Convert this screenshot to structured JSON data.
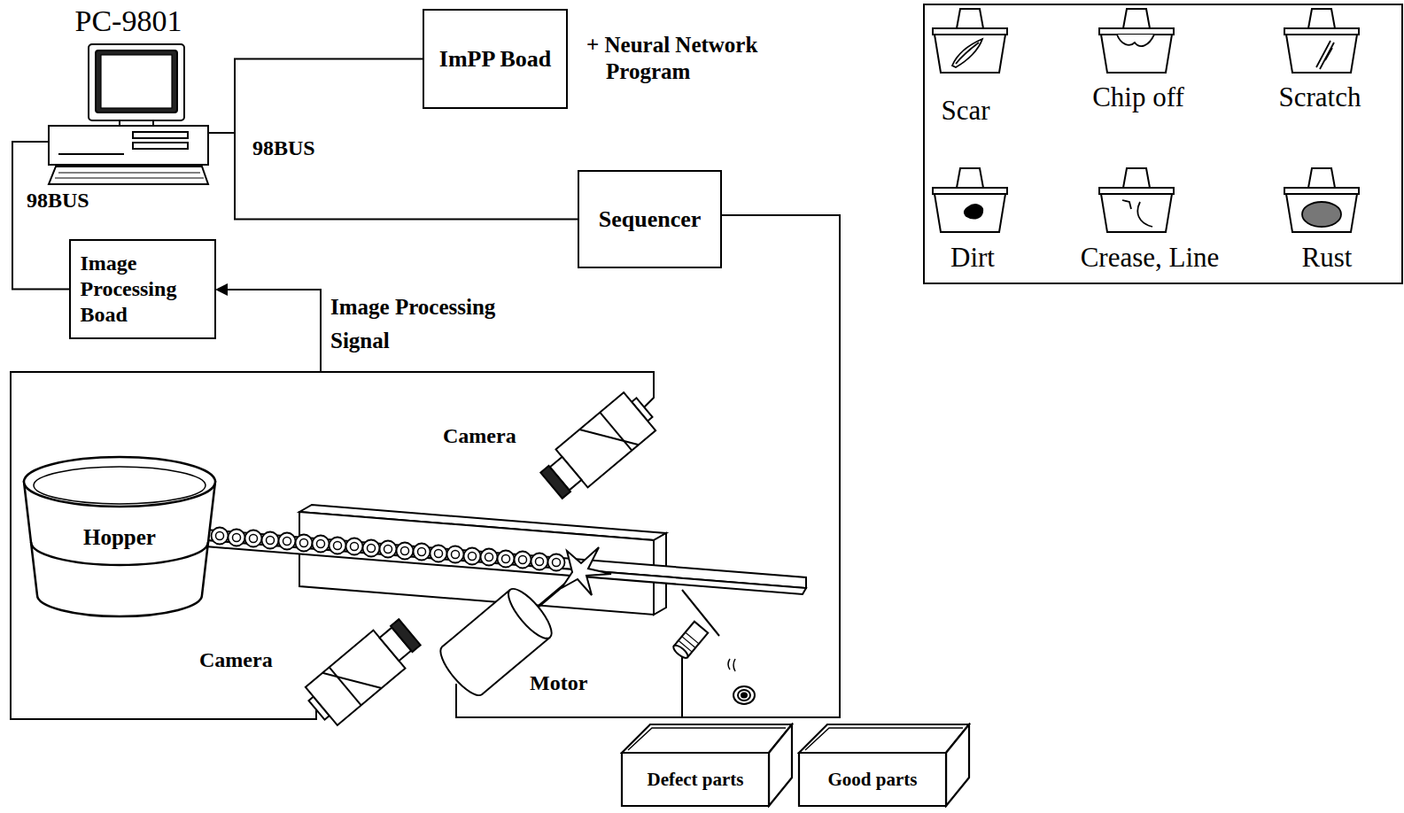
{
  "diagram": {
    "nodes": [
      {
        "text": [
          "PC-9801"
        ]
      },
      {
        "text": [
          "ImPP Boad"
        ]
      },
      {
        "text": [
          "Sequencer"
        ]
      },
      {
        "text": [
          "Image Processing Boad"
        ]
      },
      {
        "text": [
          "Hopper"
        ]
      },
      {
        "text": [
          "Defect parts"
        ]
      },
      {
        "text": [
          "Good parts"
        ]
      }
    ],
    "edges": [
      {
        "from": 0,
        "to": 1,
        "arrow": "none"
      },
      {
        "from": 0,
        "to": 2,
        "arrow": "none"
      },
      {
        "from": 0,
        "to": 3,
        "arrow": "none"
      }
    ],
    "labels": [
      "+ Neural Network Program",
      "98BUS",
      "98BUS",
      "Image Processing Signal",
      "Camera",
      "Camera",
      "Motor",
      "Scar",
      "Chip off",
      "Scratch",
      "Dirt",
      "Crease, Line",
      "Rust"
    ]
  }
}
